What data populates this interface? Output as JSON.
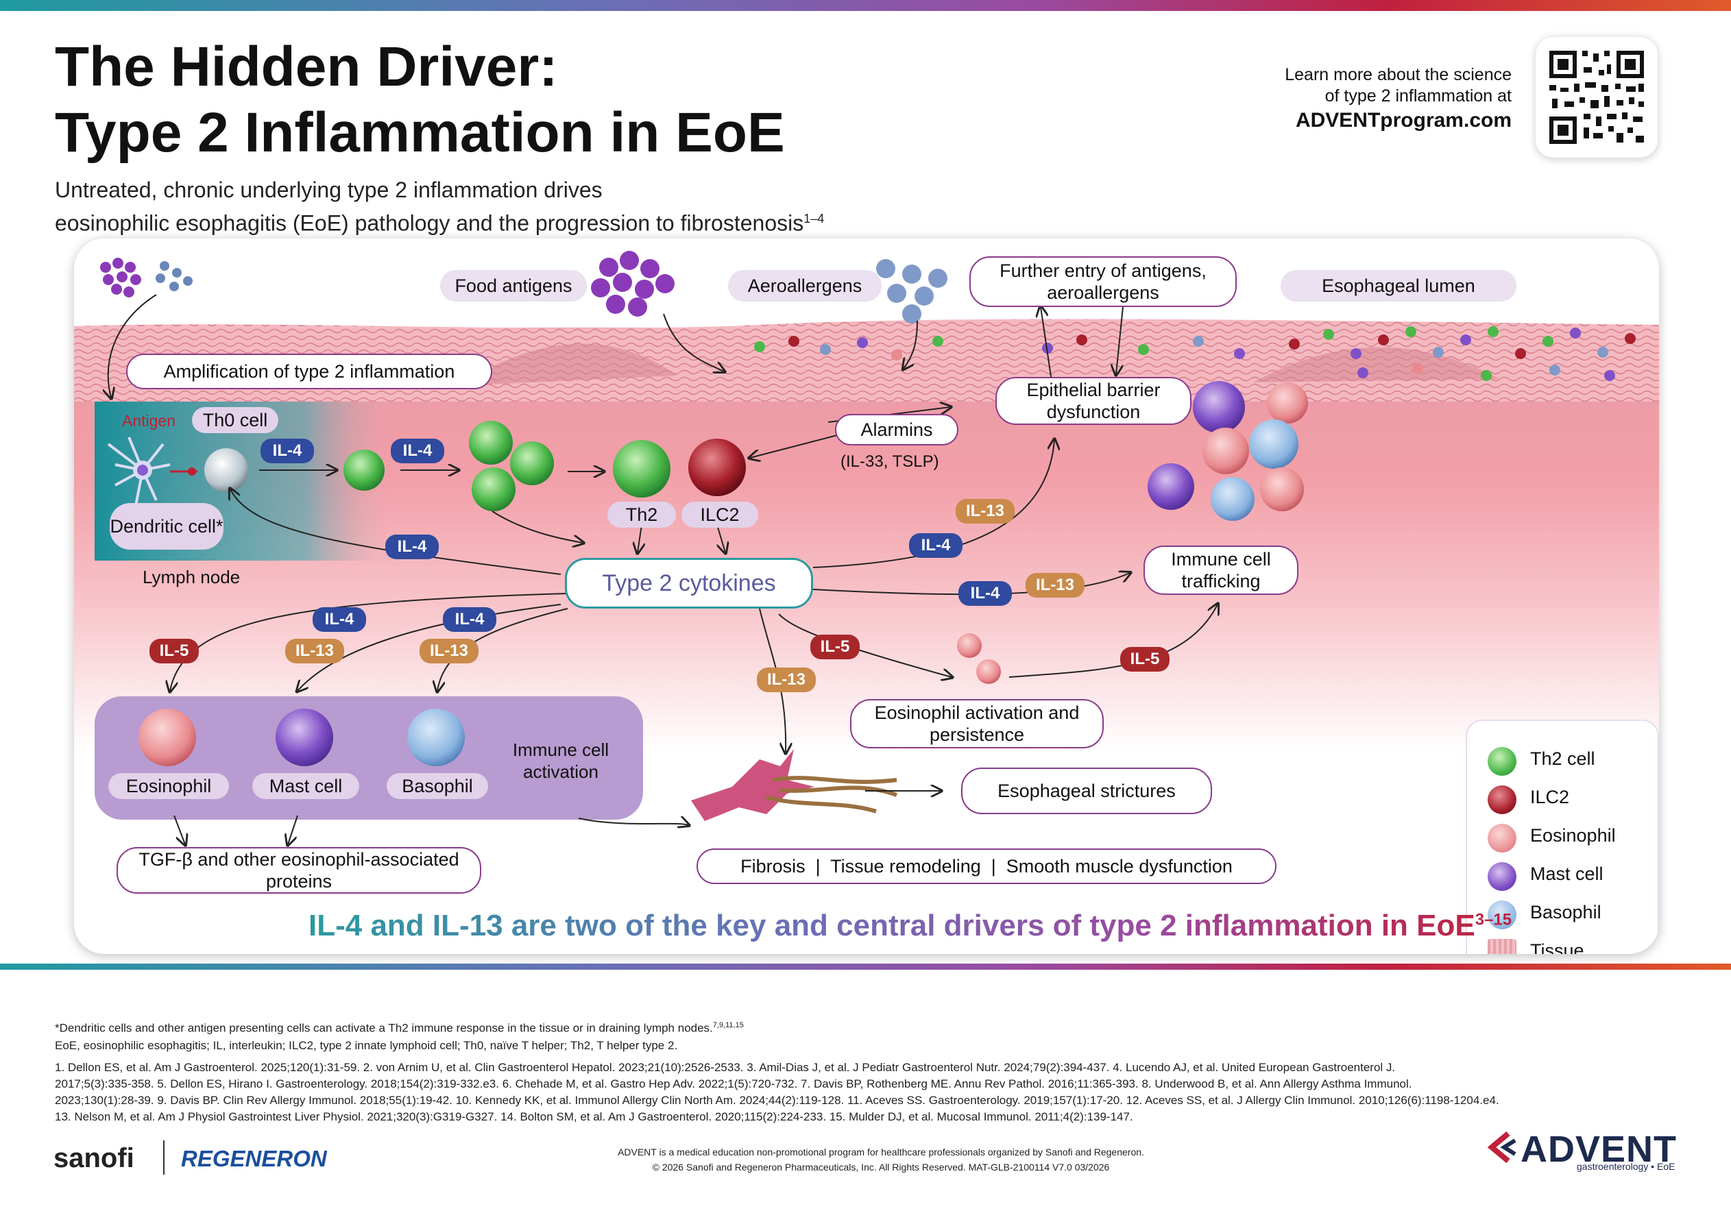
{
  "header": {
    "title_line1": "The Hidden Driver:",
    "title_line2": "Type 2 Inflammation in EoE",
    "subtitle_line1": "Untreated, chronic underlying type 2 inflammation drives",
    "subtitle_line2": "eosinophilic esophagitis (EoE) pathology and the progression to fibrostenosis",
    "subtitle_sup": "1–4",
    "learn_line1": "Learn more about the science",
    "learn_line2": "of type 2 inflammation at",
    "learn_url": "ADVENTprogram.com"
  },
  "diagram": {
    "food_antigens": "Food antigens",
    "aeroallergens": "Aeroallergens",
    "further_entry": "Further entry of antigens, aeroallergens",
    "esophageal_lumen": "Esophageal lumen",
    "amplification": "Amplification of type 2 inflammation",
    "antigen": "Antigen",
    "th0_cell": "Th0 cell",
    "dendritic_cell": "Dendritic cell*",
    "lymph_node": "Lymph node",
    "th2": "Th2",
    "ilc2": "ILC2",
    "alarmins": "Alarmins",
    "alarmins_sub": "(IL-33, TSLP)",
    "epithelial_barrier": "Epithelial barrier dysfunction",
    "type2_cytokines": "Type 2 cytokines",
    "immune_trafficking": "Immune cell trafficking",
    "eos_activation": "Eosinophil activation and persistence",
    "eosinophil": "Eosinophil",
    "mast_cell": "Mast cell",
    "basophil": "Basophil",
    "immune_activation": "Immune cell activation",
    "tgf": "TGF-β and other eosinophil-associated proteins",
    "strictures": "Esophageal strictures",
    "fibrosis": "Fibrosis  |  Tissue remodeling  |  Smooth muscle dysfunction",
    "il4": "IL-4",
    "il13": "IL-13",
    "il5": "IL-5"
  },
  "legend": {
    "items": [
      "Th2 cell",
      "ILC2",
      "Eosinophil",
      "Mast cell",
      "Basophil",
      "Tissue remodeling and fibrosis"
    ]
  },
  "bottom_message": "IL-4 and IL-13 are two of the key and central drivers of type 2 inflammation in EoE",
  "bottom_message_sup": "3–15",
  "colors": {
    "il4": "#2f4a9e",
    "il13": "#c98a4a",
    "il5": "#a8282a",
    "outline": "#8a3a8a"
  },
  "footnotes": {
    "dendritic": "*Dendritic cells and other antigen presenting cells can activate a Th2 immune response in the tissue or in draining lymph nodes.",
    "dendritic_sup": "7,9,11,15",
    "abbrev": "EoE, eosinophilic esophagitis; IL, interleukin;  ILC2, type 2 innate lymphoid cell; Th0, naïve T helper; Th2, T helper type 2.",
    "refs_line1": "1. Dellon ES, et al. Am J Gastroenterol. 2025;120(1):31-59. 2. von Arnim U, et al. Clin Gastroenterol Hepatol. 2023;21(10):2526-2533. 3. Amil-Dias J, et al. J Pediatr Gastroenterol Nutr. 2024;79(2):394-437. 4. Lucendo AJ, et al. United European Gastroenterol J.",
    "refs_line2": "2017;5(3):335-358. 5. Dellon ES, Hirano I. Gastroenterology. 2018;154(2):319-332.e3. 6. Chehade M, et al. Gastro Hep Adv. 2022;1(5):720-732. 7. Davis BP, Rothenberg ME. Annu Rev Pathol. 2016;11:365-393. 8. Underwood B, et al. Ann Allergy Asthma Immunol.",
    "refs_line3": "2023;130(1):28-39. 9. Davis BP. Clin Rev Allergy Immunol. 2018;55(1):19-42. 10. Kennedy KK, et al. Immunol Allergy Clin North Am. 2024;44(2):119-128. 11. Aceves SS. Gastroenterology. 2019;157(1):17-20.  12. Aceves SS, et al. J Allergy Clin Immunol. 2010;126(6):1198-1204.e4.",
    "refs_line4": "13. Nelson M, et al. Am J Physiol Gastrointest Liver Physiol. 2021;320(3):G319-G327. 14. Bolton SM, et al. Am J Gastroenterol. 2020;115(2):224-233. 15. Mulder DJ, et al. Mucosal Immunol. 2011;4(2):139-147."
  },
  "footer": {
    "sanofi": "sanofi",
    "regeneron": "REGENERON",
    "advent_line1": "ADVENT is a medical education non-promotional program for healthcare professionals organized by Sanofi and Regeneron.",
    "advent_line2": "© 2026 Sanofi and Regeneron Pharmaceuticals, Inc. All Rights Reserved. MAT-GLB-2100114 V7.0 03/2026",
    "advent_logo": "ADVENT",
    "advent_sub": "gastroenterology • EoE"
  }
}
